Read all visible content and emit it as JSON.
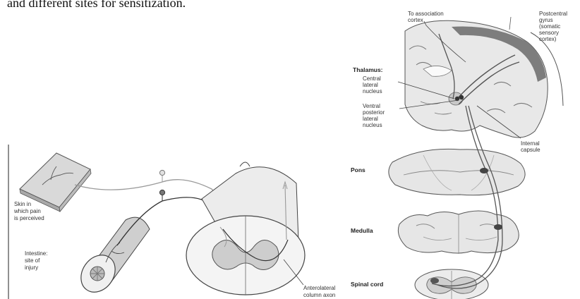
{
  "caption": "and different sites for sensitization.",
  "left_panel": {
    "labels": {
      "skin": [
        "Skin in",
        "which pain",
        "is perceived"
      ],
      "intestine": [
        "Intestine:",
        "site of",
        "injury"
      ],
      "anterolateral": [
        "Anterolateral",
        "column axon"
      ]
    }
  },
  "right_panel": {
    "labels": {
      "association": [
        "To association",
        "cortex"
      ],
      "postcentral": [
        "Postcentral",
        "gyrus",
        "(somatic",
        "sensory",
        "cortex)"
      ],
      "thalamus": "Thalamus:",
      "central_lateral": [
        "Central",
        "lateral",
        "nucleus"
      ],
      "ventral_posterior": [
        "Ventral",
        "posterior",
        "lateral",
        "nucleus"
      ],
      "internal_capsule": [
        "Internal",
        "capsule"
      ],
      "pons": "Pons",
      "medulla": "Medulla",
      "spinal_cord": "Spinal cord"
    }
  },
  "colors": {
    "tissue": "#e6e6e6",
    "tissue_dark": "#bdbdbd",
    "cortex": "#7d7d7d",
    "line": "#4a4a4a"
  }
}
